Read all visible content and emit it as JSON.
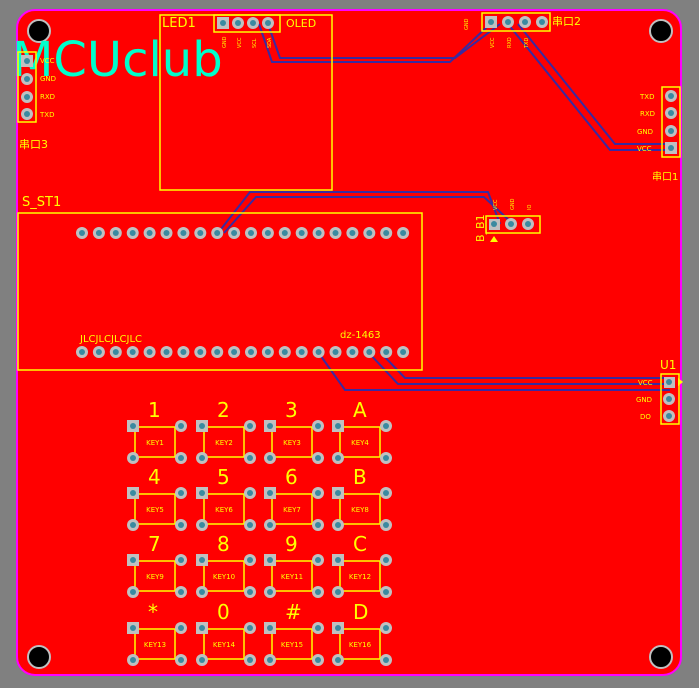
{
  "brand": {
    "logo_text": "MCUclub"
  },
  "colors": {
    "background": "#808080",
    "board": "#ff0000",
    "board_edge": "#ff00ff",
    "silk": "#ffff00",
    "trace": "#3a2aa0",
    "pad": "#c0c0c0",
    "logo": "#00ffcc"
  },
  "components": {
    "led1": {
      "designator": "LED1",
      "model": "OLED",
      "pins": [
        "GND",
        "VCC",
        "SCL",
        "SDA"
      ]
    },
    "uart2": {
      "designator": "串口2",
      "pins": [
        "GND",
        "VCC",
        "RXD",
        "TXD"
      ]
    },
    "uart3": {
      "designator": "串口3",
      "pins": [
        "VCC",
        "GND",
        "RXD",
        "TXD"
      ]
    },
    "uart1": {
      "designator": "串口1",
      "pins": [
        "TXD",
        "RXD",
        "GND",
        "VCC"
      ]
    },
    "sst1": {
      "designator": "S_ST1",
      "footprint": "JLCJLCJLCJLC",
      "part": "dz-1463"
    },
    "bb1": {
      "designator": "B_B1",
      "pins": [
        "VCC",
        "GND",
        "IO"
      ]
    },
    "u1": {
      "designator": "U1",
      "pins": [
        "VCC",
        "GND",
        "DO"
      ]
    }
  },
  "keypad": {
    "labels": [
      "1",
      "2",
      "3",
      "A",
      "4",
      "5",
      "6",
      "B",
      "7",
      "8",
      "9",
      "C",
      "*",
      "0",
      "#",
      "D"
    ],
    "keys": [
      "KEY1",
      "KEY2",
      "KEY3",
      "KEY4",
      "KEY5",
      "KEY6",
      "KEY7",
      "KEY8",
      "KEY9",
      "KEY10",
      "KEY11",
      "KEY12",
      "KEY13",
      "KEY14",
      "KEY15",
      "KEY16"
    ]
  }
}
